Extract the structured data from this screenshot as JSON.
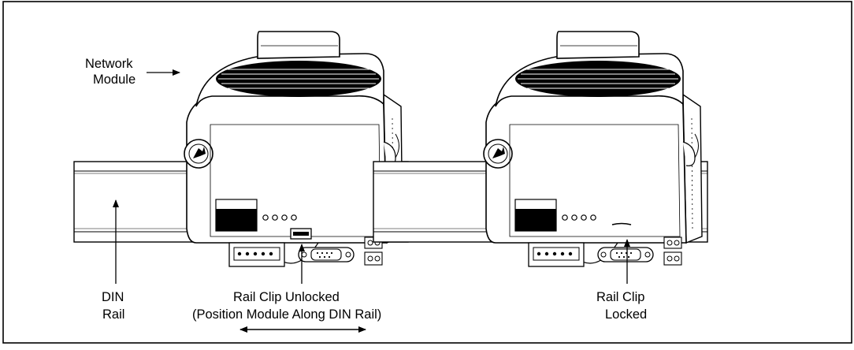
{
  "labels": {
    "network_module": [
      "Network",
      "Module"
    ],
    "din_rail": [
      "DIN",
      "Rail"
    ],
    "rail_clip_unlocked": [
      "Rail Clip Unlocked",
      "(Position Module Along DIN Rail)"
    ],
    "rail_clip_locked": [
      "Rail Clip",
      "Locked"
    ]
  },
  "state": {
    "left_module_clip": "unlocked",
    "right_module_clip": "locked"
  },
  "colors": {
    "stroke": "#000000",
    "fill": "#ffffff",
    "vent": "#000000"
  }
}
